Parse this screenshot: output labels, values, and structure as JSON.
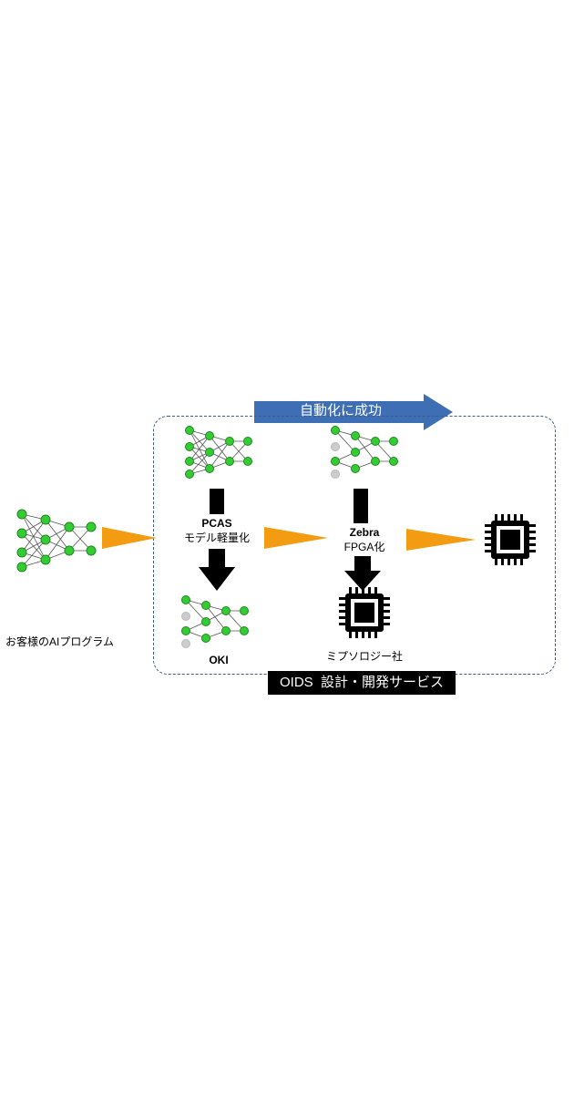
{
  "top_arrow": {
    "label": "自動化に成功"
  },
  "customer": {
    "label": "お客様のAIプログラム"
  },
  "step1": {
    "line1": "PCAS",
    "line2": "モデル軽量化",
    "vendor": "OKI"
  },
  "step2": {
    "line1": "Zebra",
    "line2": "FPGA化",
    "vendor": "ミプソロジー社"
  },
  "service_badge": {
    "label": "OIDS  設計・開発サービス"
  },
  "colors": {
    "node_green": "#33cc33",
    "node_gray": "#cccccc",
    "arrow_orange": "#f39c12",
    "arrow_blue": "#3e6fb5",
    "border_blue": "#3f5b87"
  },
  "icons": [
    "neural-network-icon",
    "down-arrow-icon",
    "chip-icon",
    "right-arrow-icon"
  ]
}
